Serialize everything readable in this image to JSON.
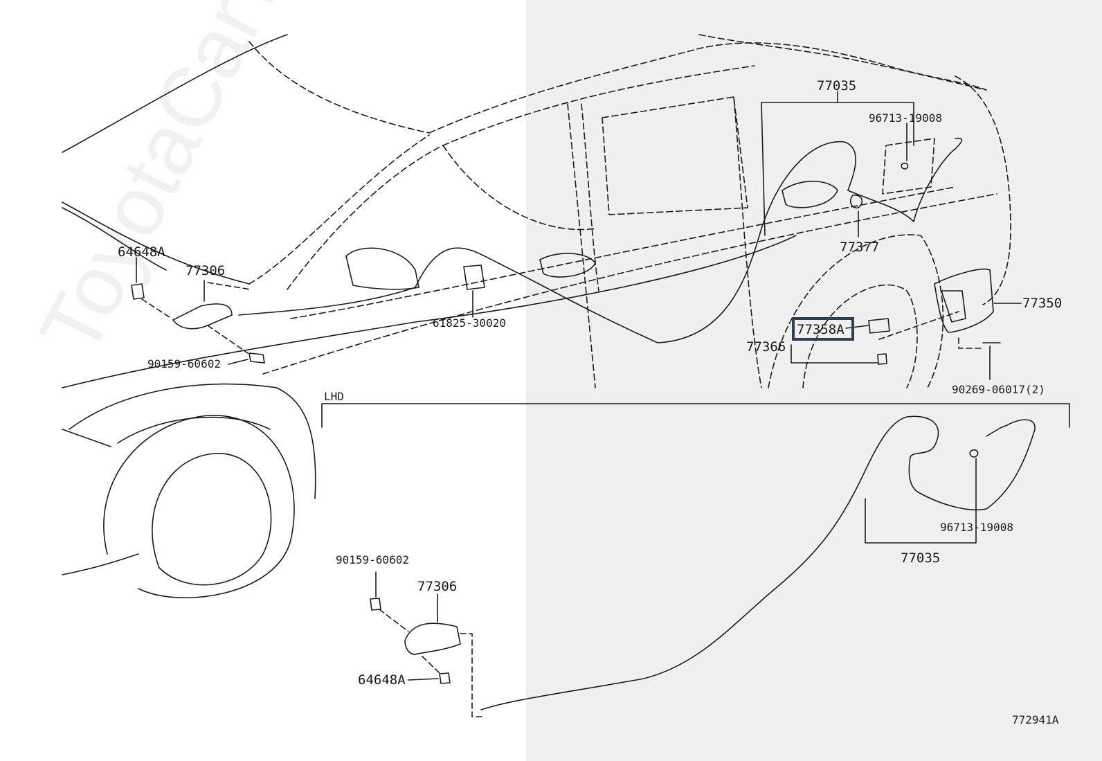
{
  "watermark": "ToyotaCarWhite.ru",
  "labels": {
    "p77035_top": "77035",
    "p96713_top": "96713-19008",
    "p64648a_left": "64648A",
    "p77306_left": "77306",
    "p77377": "77377",
    "p77350": "77350",
    "p77358a": "77358A",
    "p77366": "77366",
    "p61825": "61825-30020",
    "p90159_left": "90159-60602",
    "p90269": "90269-06017(2)",
    "lhd": "LHD",
    "p96713_bottom": "96713-19008",
    "p77035_bottom": "77035",
    "p90159_bottom": "90159-60602",
    "p77306_bottom": "77306",
    "p64648a_bottom": "64648A",
    "diagram_id": "772941A"
  },
  "highlight_label": "77358A",
  "colors": {
    "line": "#1a1a1a",
    "gray_panel": "#f0f0f0",
    "highlight_border": "#2e3f55"
  }
}
